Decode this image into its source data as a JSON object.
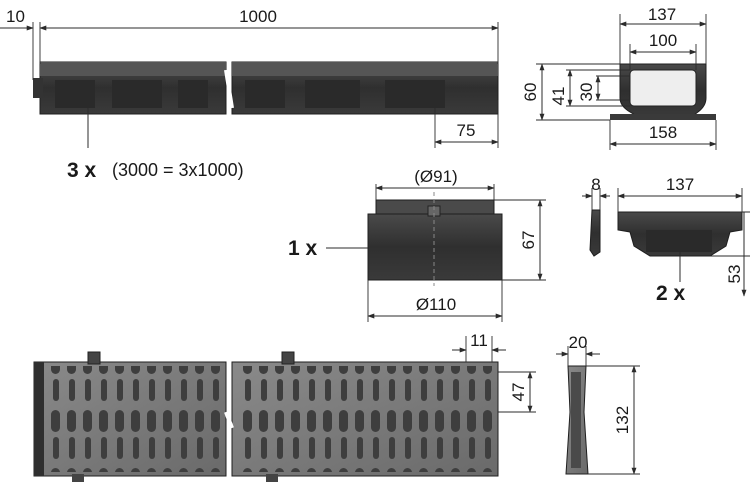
{
  "channel": {
    "dim_length": "1000",
    "dim_offset": "10",
    "dim_end": "75",
    "quantity": "3 x",
    "note": "(3000 = 3x1000)"
  },
  "cross_section": {
    "dim_outer_width": "137",
    "dim_inner_width": "100",
    "dim_height": "60",
    "dim_inner_height": "41",
    "dim_slot": "30",
    "dim_base": "158"
  },
  "outlet": {
    "dim_top": "(Ø91)",
    "dim_bottom": "Ø110",
    "dim_height": "67",
    "quantity": "1 x"
  },
  "end_cap": {
    "dim_thickness": "8",
    "dim_width": "137",
    "dim_height": "53",
    "quantity": "2 x"
  },
  "grate": {
    "dim_rib": "11",
    "dim_width": "47",
    "dim_depth": "20",
    "dim_height": "132"
  },
  "colors": {
    "part_fill": "#3a3a3a",
    "part_light": "#5a5a5a",
    "grate_fill": "#7a7a7a",
    "line": "#2b2b2b"
  }
}
